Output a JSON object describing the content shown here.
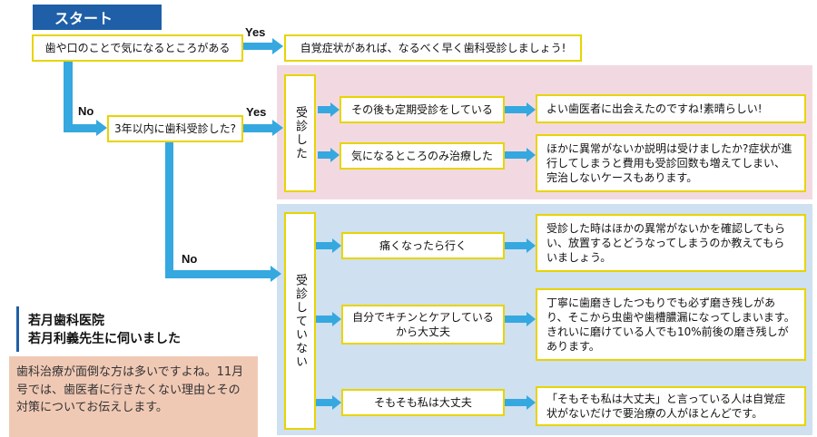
{
  "start_label": "スタート",
  "q1": "歯や口のことで気になるところがある",
  "q1_yes_label": "Yes",
  "q1_yes_result": "自覚症状があれば、なるべく早く歯科受診しましょう!",
  "q1_no_label": "No",
  "q2": "3年以内に歯科受診した?",
  "q2_yes_label": "Yes",
  "q2_no_label": "No",
  "visited": {
    "label": "受診した",
    "items": [
      {
        "case": "その後も定期受診をしている",
        "advice": "よい歯医者に出会えたのですね!素晴らしい!"
      },
      {
        "case": "気になるところのみ治療した",
        "advice": "ほかに異常がないか説明は受けましたか?症状が進行してしまうと費用も受診回数も増えてしまい、完治しないケースもあります。"
      }
    ]
  },
  "not_visited": {
    "label": "受診していない",
    "items": [
      {
        "case": "痛くなったら行く",
        "advice": "受診した時はほかの異常がないかを確認してもらい、放置するとどうなってしまうのか教えてもらいましょう。"
      },
      {
        "case": "自分でキチンとケアしているから大丈夫",
        "advice": "丁寧に歯磨きしたつもりでも必ず磨き残しがあり、そこから虫歯や歯槽膿漏になってしまいます。きれいに磨けている人でも10%前後の磨き残しがあります。"
      },
      {
        "case": "そもそも私は大丈夫",
        "advice": "「そもそも私は大丈夫」と言っている人は自覚症状がないだけで要治療の人がほとんどです。"
      }
    ]
  },
  "clinic": {
    "name": "若月歯科医院",
    "credit": "若月利義先生に伺いました"
  },
  "intro": "歯科治療が面倒な方は多いですよね。11月号では、歯医者に行きたくない理由とその対策についてお伝えします。",
  "colors": {
    "arrow": "#35a8e0",
    "box_border": "#e8d400",
    "start_bg": "#1f5fa8",
    "pink_zone": "#f2d9e1",
    "blue_zone": "#cfe0f0",
    "intro_bg": "#f0c9b5"
  }
}
